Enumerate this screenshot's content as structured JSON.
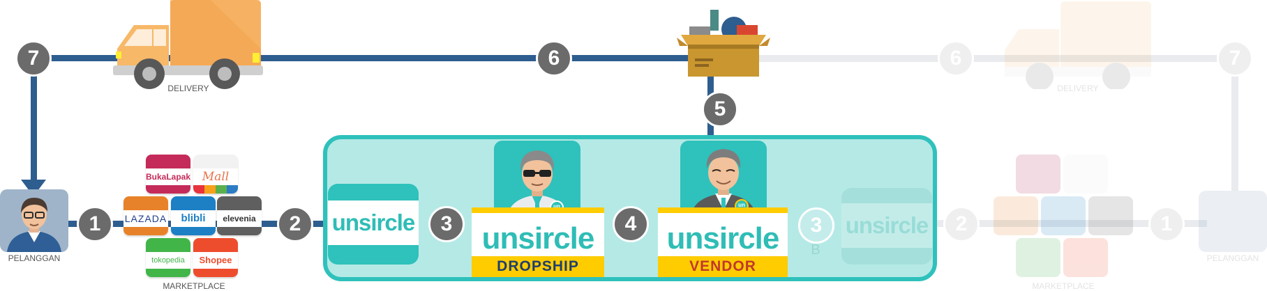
{
  "steps": [
    "1",
    "2",
    "3",
    "4",
    "5",
    "6",
    "7"
  ],
  "captions": {
    "delivery": "DELIVERY",
    "customer": "PELANGGAN",
    "marketplace": "MARKETPLACE"
  },
  "marketplaces": {
    "bukalapak": "BukaLapak",
    "matahari": "Mall",
    "lazada": "LAZADA",
    "blibli": "blibli",
    "elevenia": "elevenia",
    "tokopedia": "tokopedia",
    "shopee": "Shopee"
  },
  "brand": {
    "name": "unsircle",
    "dropship_label": "DROPSHIP",
    "vendor_label": "VENDOR",
    "badge": "un"
  },
  "ghost": {
    "step3_label": "3",
    "step3_sub": "B",
    "steps": [
      "2",
      "1",
      "6",
      "7"
    ],
    "delivery": "DELIVERY",
    "customer": "PELANGGAN",
    "marketplace": "MARKETPLACE"
  },
  "colors": {
    "line": "#2e5d8f",
    "step_circle": "#6b6b6b",
    "teal": "#2fc1bb",
    "teal_light": "#b5e9e6",
    "yellow": "#ffcc00",
    "truck": "#f6b262",
    "box": "#c9962f"
  }
}
